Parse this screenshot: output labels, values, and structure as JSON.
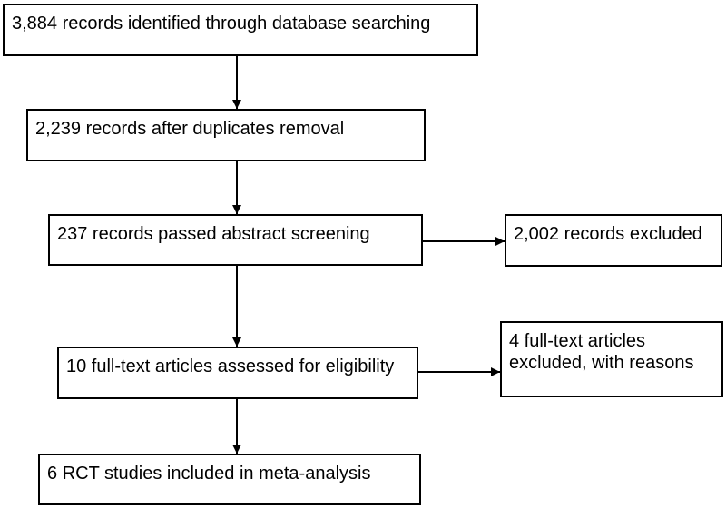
{
  "flowchart": {
    "identified": "3,884 records identified through database searching",
    "after_duplicates": "2,239 records after duplicates removal",
    "abstract_screening": "237 records passed abstract screening",
    "excluded_abstract": "2,002 records excluded",
    "full_text_assessed": "10 full-text articles assessed for eligibility",
    "excluded_full_text": [
      "4 full-text articles",
      "excluded, with reasons"
    ],
    "included": "6 RCT studies included in meta-analysis"
  },
  "colors": {
    "stroke": "#000000",
    "background": "#ffffff"
  }
}
